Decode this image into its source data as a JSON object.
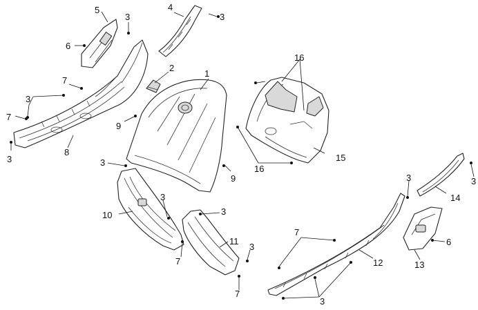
{
  "callouts": [
    {
      "id": "c1",
      "label": "1"
    },
    {
      "id": "c2",
      "label": "2"
    },
    {
      "id": "c3a",
      "label": "3"
    },
    {
      "id": "c3b",
      "label": "3"
    },
    {
      "id": "c3c",
      "label": "3"
    },
    {
      "id": "c3d",
      "label": "3"
    },
    {
      "id": "c3e",
      "label": "3"
    },
    {
      "id": "c3f",
      "label": "3"
    },
    {
      "id": "c3g",
      "label": "3"
    },
    {
      "id": "c3h",
      "label": "3"
    },
    {
      "id": "c3i",
      "label": "3"
    },
    {
      "id": "c3j",
      "label": "3"
    },
    {
      "id": "c3k",
      "label": "3"
    },
    {
      "id": "c4",
      "label": "4"
    },
    {
      "id": "c5",
      "label": "5"
    },
    {
      "id": "c6a",
      "label": "6"
    },
    {
      "id": "c6b",
      "label": "6"
    },
    {
      "id": "c7a",
      "label": "7"
    },
    {
      "id": "c7b",
      "label": "7"
    },
    {
      "id": "c7c",
      "label": "7"
    },
    {
      "id": "c7d",
      "label": "7"
    },
    {
      "id": "c7e",
      "label": "7"
    },
    {
      "id": "c8",
      "label": "8"
    },
    {
      "id": "c9a",
      "label": "9"
    },
    {
      "id": "c9b",
      "label": "9"
    },
    {
      "id": "c10",
      "label": "10"
    },
    {
      "id": "c11",
      "label": "11"
    },
    {
      "id": "c12",
      "label": "12"
    },
    {
      "id": "c13",
      "label": "13"
    },
    {
      "id": "c14",
      "label": "14"
    },
    {
      "id": "c15",
      "label": "15"
    },
    {
      "id": "c16a",
      "label": "16"
    },
    {
      "id": "c16b",
      "label": "16"
    }
  ]
}
